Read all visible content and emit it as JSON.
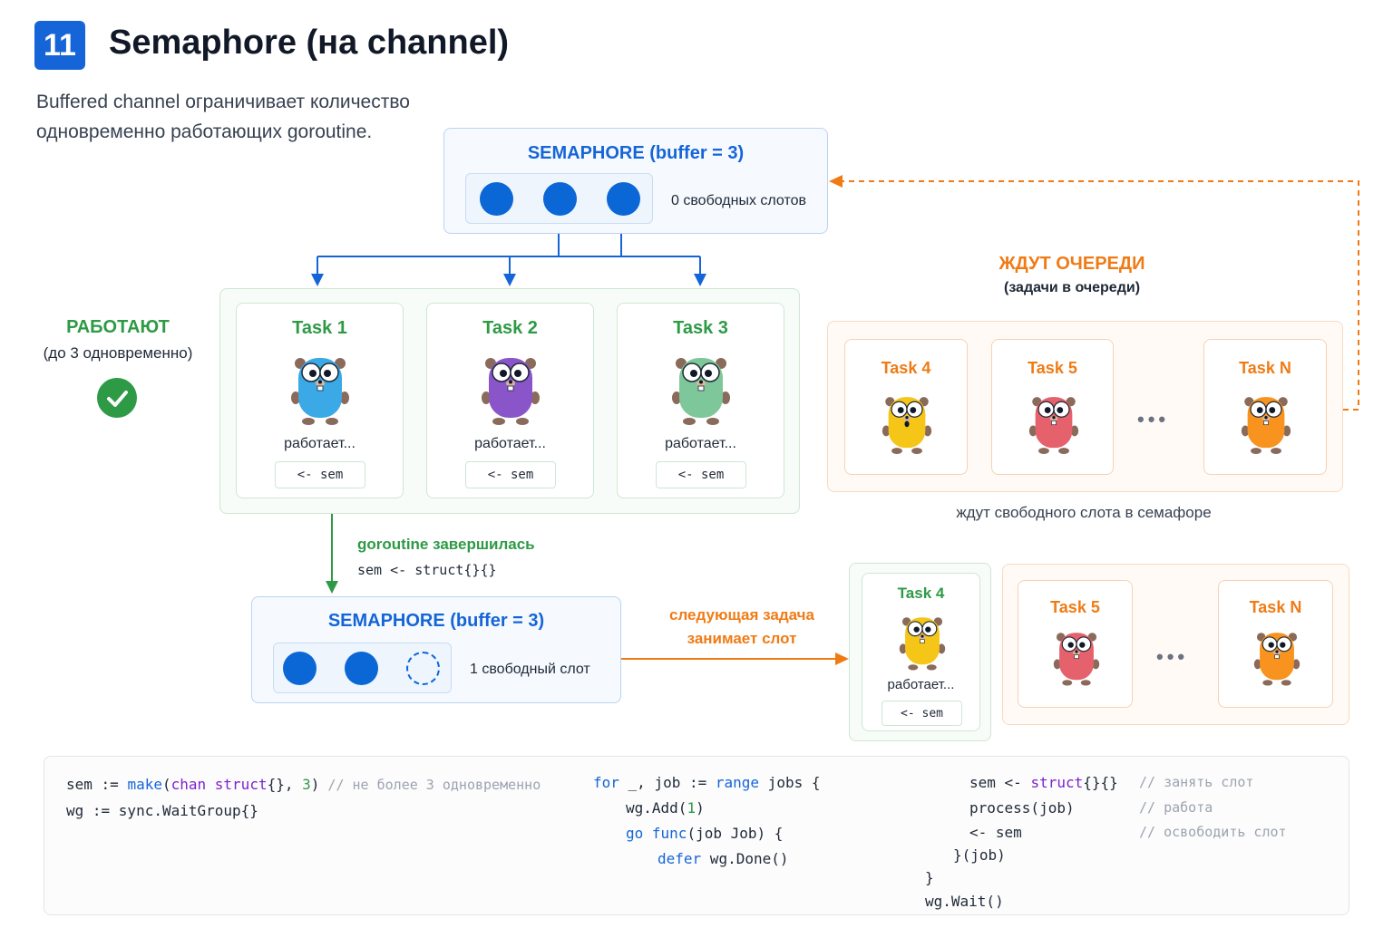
{
  "header": {
    "badge": "11",
    "title": "Semaphore (на channel)",
    "subtitle_line1": "Buffered channel ограничивает количество",
    "subtitle_line2": "одновременно работающих goroutine."
  },
  "colors": {
    "primary_blue": "#1565d8",
    "working_green": "#2e9a45",
    "waiting_orange": "#f07b15"
  },
  "top_semaphore": {
    "title": "SEMAPHORE (buffer = 3)",
    "capacity": 3,
    "occupied": 3,
    "status": "0 свободных слотов"
  },
  "working": {
    "label": "РАБОТАЮТ",
    "sublabel": "(до 3 одновременно)",
    "icon": "check-circle-icon",
    "tasks": [
      {
        "name": "Task 1",
        "status": "работает...",
        "chip": "<- sem",
        "gopher_color": "#3aa9e6"
      },
      {
        "name": "Task 2",
        "status": "работает...",
        "chip": "<- sem",
        "gopher_color": "#8a55c8"
      },
      {
        "name": "Task 3",
        "status": "работает...",
        "chip": "<- sem",
        "gopher_color": "#7ec79a"
      }
    ]
  },
  "waiting": {
    "label": "ЖДУТ ОЧЕРЕДИ",
    "sublabel": "(задачи в очереди)",
    "tasks": [
      {
        "name": "Task 4",
        "gopher_color": "#f5c518"
      },
      {
        "name": "Task 5",
        "gopher_color": "#e5616b"
      },
      {
        "name": "Task N",
        "gopher_color": "#f7931e"
      }
    ],
    "ellipsis": "•••",
    "caption": "ждут свободного слота в семафоре"
  },
  "transition": {
    "label": "goroutine завершилась",
    "code": "sem <- struct{}{}"
  },
  "bottom_semaphore": {
    "title": "SEMAPHORE (buffer = 3)",
    "capacity": 3,
    "occupied": 2,
    "status": "1 свободный слот"
  },
  "next_task": {
    "label_line1": "следующая задача",
    "label_line2": "занимает слот",
    "active": {
      "name": "Task 4",
      "status": "работает...",
      "chip": "<- sem",
      "gopher_color": "#f5c518"
    },
    "queue": [
      {
        "name": "Task 5",
        "gopher_color": "#e5616b"
      },
      {
        "name": "Task N",
        "gopher_color": "#f7931e"
      }
    ],
    "ellipsis": "•••"
  },
  "code": {
    "line1": {
      "a": "sem := ",
      "make": "make",
      "p1": "(",
      "chan": "chan",
      "sp": " ",
      "struct": "struct",
      "p2": "{}, ",
      "num": "3",
      "p3": ")",
      "comment": " // не более 3 одновременно"
    },
    "line2": "wg := sync.WaitGroup{}",
    "for_kw": "for",
    "for_rest": " _, job := ",
    "range_kw": "range",
    "for_end": " jobs {",
    "add_a": "wg.Add(",
    "add_n": "1",
    "add_b": ")",
    "go_kw": "go",
    "func_kw": "func",
    "go_rest": "(job Job) {",
    "defer_kw": "defer",
    "defer_rest": " wg.Done()",
    "acquire_a": "sem <- ",
    "acquire_struct": "struct",
    "acquire_b": "{}{}",
    "acquire_comment": "// занять слот",
    "process": "process(job)",
    "process_comment": "// работа",
    "release": "<- sem",
    "release_comment": "// освободить слот",
    "close_func": "}(job)",
    "close_for": "}",
    "wait": "wg.Wait()"
  }
}
